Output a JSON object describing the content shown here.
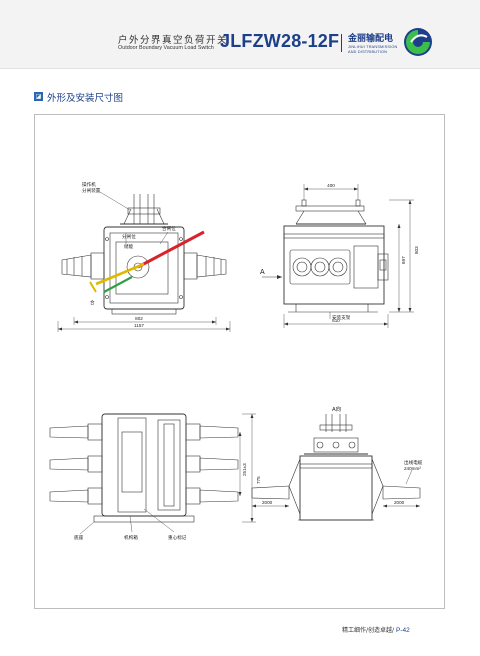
{
  "header": {
    "title_cn": "户外分界真空负荷开关",
    "title_en": "Outdoor Boundary Vacuum Load Switch",
    "model": "JLFZW28-12F",
    "logo_cn": "金丽输配电",
    "logo_en_1": "JINLIHUI TRANSMISSION",
    "logo_en_2": "AND DISTRIBUTION",
    "logo_icon": "company-logo-icon"
  },
  "section": {
    "icon": "section-marker-icon",
    "title": "外形及安装尺寸图"
  },
  "drawing": {
    "front": {
      "label_dev": "操作机",
      "label_dev2": "分闸装置",
      "label_open": "分闸位",
      "label_close": "合闸位",
      "label_state": "储能",
      "label_arrow": "合",
      "dim_802": "802",
      "dim_1157": "1157"
    },
    "side": {
      "dim_400": "400",
      "dim_803": "803",
      "dim_697": "697",
      "dim_810": "810",
      "view_marker": "A",
      "label_bracket": "安装支架"
    },
    "bottom": {
      "dim_775": "775",
      "dim_251": "251±3",
      "label_base": "底座",
      "label_mech": "机构箱",
      "label_center": "重心标记"
    },
    "aview": {
      "title": "A向",
      "cable_label": "出线电缆",
      "cable_size": "240mm²",
      "dim_2000_left": "2000",
      "dim_2000_right": "2000"
    }
  },
  "footer": {
    "text": "精工细作/创造卓越/",
    "page": "P-42"
  }
}
